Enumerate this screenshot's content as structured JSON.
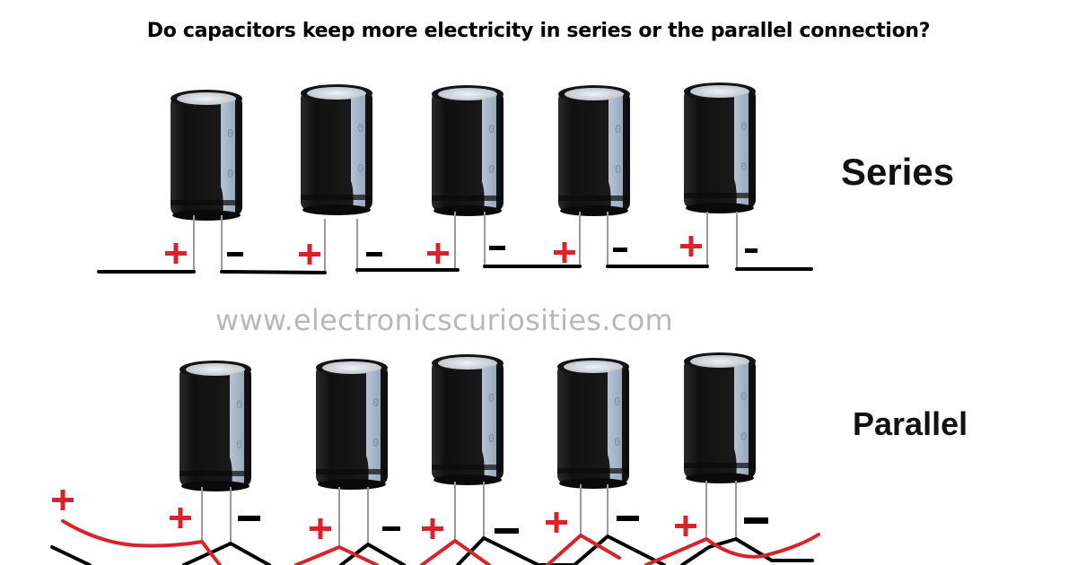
{
  "title": "Do capacitors keep more electricity in series or the parallel connection?",
  "watermark": "www.electronicscuriosities.com",
  "series": {
    "label": "Series",
    "capacitor_count": 5,
    "terminal_labels": [
      "+",
      "−",
      "+",
      "−",
      "+",
      "−",
      "+",
      "−",
      "+",
      "−"
    ]
  },
  "parallel": {
    "label": "Parallel",
    "capacitor_count": 5,
    "input_label": "+",
    "terminal_labels": [
      "+",
      "−",
      "+",
      "−",
      "+",
      "−",
      "+",
      "−",
      "+",
      "−"
    ]
  },
  "colors": {
    "positive": "#d8232a",
    "negative": "#000000",
    "capacitor_body": "#1a1a1a",
    "capacitor_stripe": "#a9b8cc",
    "capacitor_top": "#d9dde2",
    "lead": "#9a9a9a",
    "watermark": "#b8b8b8"
  }
}
